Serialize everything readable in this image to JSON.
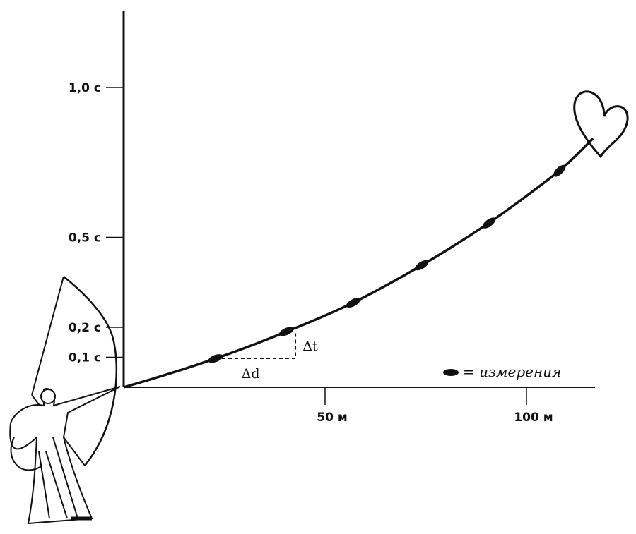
{
  "chart_data": {
    "type": "line",
    "title": "",
    "xlabel": "",
    "ylabel": "",
    "x_unit": "м",
    "y_unit": "с",
    "xlim": [
      0,
      117
    ],
    "ylim": [
      0,
      1.25
    ],
    "x_ticks": [
      {
        "value": 50,
        "label": "50 м"
      },
      {
        "value": 100,
        "label": "100 м"
      }
    ],
    "y_ticks": [
      {
        "value": 0.1,
        "label": "0,1 с"
      },
      {
        "value": 0.2,
        "label": "0,2 с"
      },
      {
        "value": 0.5,
        "label": "0,5 с"
      },
      {
        "value": 1.0,
        "label": "1,0 с"
      }
    ],
    "series": [
      {
        "name": "измерения",
        "x": [
          0,
          22.8,
          40.4,
          57,
          74,
          90.7,
          108.2,
          116.5
        ],
        "y": [
          0,
          0.096,
          0.186,
          0.282,
          0.407,
          0.548,
          0.722,
          0.83
        ],
        "measured": [
          false,
          true,
          true,
          true,
          true,
          true,
          true,
          false
        ]
      }
    ],
    "annotations": {
      "delta_t": "Δt",
      "delta_d": "Δd"
    },
    "legend": {
      "marker": "arrow-marker",
      "label": "= измерения",
      "position": "bottom-right"
    }
  }
}
